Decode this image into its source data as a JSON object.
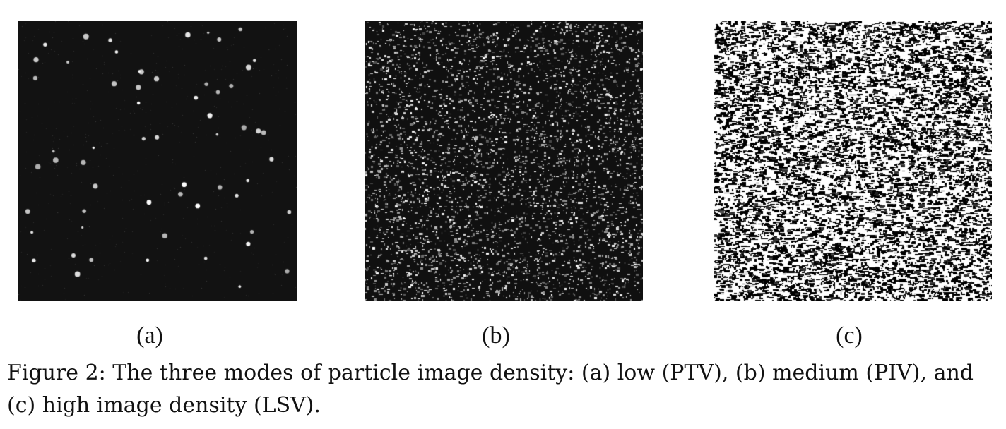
{
  "figure": {
    "panels": [
      {
        "id": "a",
        "label": "(a)",
        "density": "low"
      },
      {
        "id": "b",
        "label": "(b)",
        "density": "medium"
      },
      {
        "id": "c",
        "label": "(c)",
        "density": "high"
      }
    ],
    "caption": "Figure 2: The three modes of particle image density: (a) low (PTV), (b) medium (PIV), and (c) high image density (LSV)."
  }
}
